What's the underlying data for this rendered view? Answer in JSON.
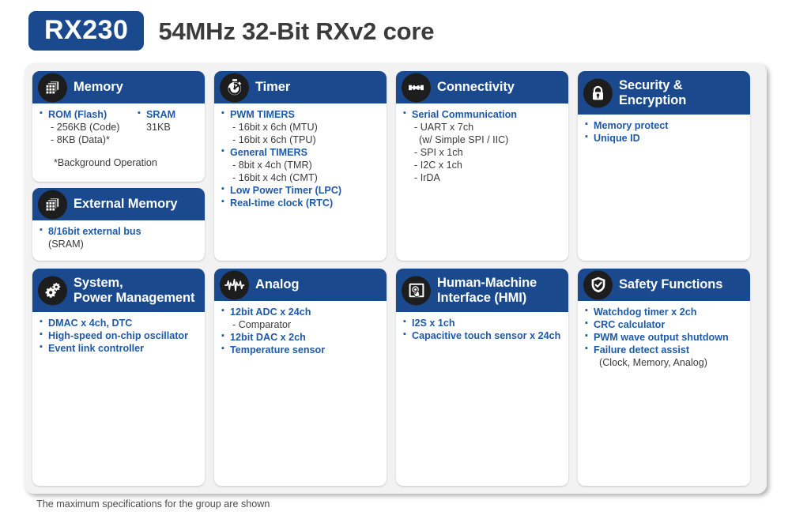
{
  "header": {
    "chip_name": "RX230",
    "tagline": "54MHz 32-Bit RXv2 core"
  },
  "footer": {
    "note": "The maximum specifications for the group are shown"
  },
  "colors": {
    "header_blue": "#1a4a8d",
    "text_blue": "#1f5aa8",
    "text_gray": "#3b3b3b",
    "board_bg": "#f2f2f2",
    "icon_circle": "#1d1d1d"
  },
  "cards": [
    {
      "id": "memory",
      "title": "Memory",
      "icon": "memory-chip-icon",
      "two_line": false,
      "layout": "two-column",
      "column_a": [
        {
          "type": "bullet",
          "text": "ROM (Flash)"
        },
        {
          "type": "sub",
          "text": "- 256KB (Code)"
        },
        {
          "type": "sub",
          "text": "- 8KB (Data)*"
        }
      ],
      "column_b": [
        {
          "type": "bullet",
          "text": "SRAM"
        },
        {
          "type": "plain",
          "text": "31KB"
        }
      ],
      "footnote": "*Background Operation"
    },
    {
      "id": "external-memory",
      "title": "External Memory",
      "icon": "memory-chip-icon",
      "two_line": false,
      "layout": "list",
      "items": [
        {
          "type": "bullet",
          "text": "8/16bit external bus"
        },
        {
          "type": "plain",
          "text": "(SRAM)"
        }
      ]
    },
    {
      "id": "timer",
      "title": "Timer",
      "icon": "stopwatch-icon",
      "two_line": false,
      "layout": "list",
      "items": [
        {
          "type": "bullet",
          "text": "PWM TIMERS"
        },
        {
          "type": "sub",
          "text": "- 16bit x 6ch (MTU)"
        },
        {
          "type": "sub",
          "text": "- 16bit x 6ch (TPU)"
        },
        {
          "type": "bullet",
          "text": "General TIMERS"
        },
        {
          "type": "sub",
          "text": "- 8bit x 4ch (TMR)"
        },
        {
          "type": "sub",
          "text": "- 16bit x 4ch (CMT)"
        },
        {
          "type": "bullet",
          "text": "Low Power Timer (LPC)"
        },
        {
          "type": "bullet",
          "text": "Real-time clock (RTC)"
        }
      ]
    },
    {
      "id": "connectivity",
      "title": "Connectivity",
      "icon": "plug-connector-icon",
      "two_line": false,
      "layout": "list",
      "items": [
        {
          "type": "bullet",
          "text": "Serial Communication"
        },
        {
          "type": "sub",
          "text": "- UART x 7ch"
        },
        {
          "type": "sub",
          "text": "  (w/ Simple SPI / IIC)"
        },
        {
          "type": "sub",
          "text": "- SPI x 1ch"
        },
        {
          "type": "sub",
          "text": "- I2C x 1ch"
        },
        {
          "type": "sub",
          "text": "- IrDA"
        }
      ]
    },
    {
      "id": "security-encryption",
      "title": "Security &\nEncryption",
      "title_line1": "Security &",
      "title_line2": "Encryption",
      "icon": "lock-icon",
      "two_line": true,
      "layout": "list",
      "items": [
        {
          "type": "bullet",
          "text": "Memory protect"
        },
        {
          "type": "bullet",
          "text": "Unique ID"
        }
      ]
    },
    {
      "id": "system-power-management",
      "title": "System, Power Management",
      "title_line1": "System,",
      "title_line2": "Power Management",
      "icon": "gears-icon",
      "two_line": true,
      "layout": "list",
      "items": [
        {
          "type": "bullet",
          "text": "DMAC x 4ch, DTC"
        },
        {
          "type": "bullet",
          "text": "High-speed on-chip oscillator"
        },
        {
          "type": "bullet",
          "text": "Event link controller"
        }
      ]
    },
    {
      "id": "analog",
      "title": "Analog",
      "icon": "waveform-icon",
      "two_line": false,
      "layout": "list",
      "items": [
        {
          "type": "bullet",
          "text": "12bit  ADC x 24ch"
        },
        {
          "type": "sub",
          "text": "- Comparator"
        },
        {
          "type": "bullet",
          "text": "12bit DAC x 2ch"
        },
        {
          "type": "bullet",
          "text": "Temperature sensor"
        }
      ]
    },
    {
      "id": "human-machine-interface",
      "title": "Human-Machine Interface (HMI)",
      "title_line1": "Human-Machine",
      "title_line2": "Interface (HMI)",
      "icon": "touchscreen-icon",
      "two_line": true,
      "layout": "list",
      "items": [
        {
          "type": "bullet",
          "text": "I2S x 1ch"
        },
        {
          "type": "bullet",
          "text": "Capacitive touch sensor x 24ch"
        }
      ]
    },
    {
      "id": "safety-functions",
      "title": "Safety Functions",
      "icon": "shield-check-icon",
      "two_line": false,
      "layout": "list",
      "items": [
        {
          "type": "bullet",
          "text": "Watchdog timer x 2ch"
        },
        {
          "type": "bullet",
          "text": "CRC calculator"
        },
        {
          "type": "bullet",
          "text": "PWM wave output shutdown"
        },
        {
          "type": "bullet",
          "text": "Failure detect assist"
        },
        {
          "type": "note",
          "text": "(Clock, Memory, Analog)"
        }
      ]
    }
  ]
}
